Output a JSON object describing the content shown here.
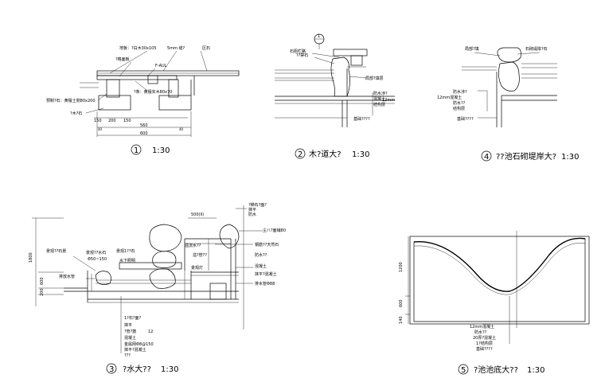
{
  "detail1": {
    "number": "1",
    "scale": "1:30",
    "labels": {
      "deck_board": "地板：?白木30x105",
      "gap": "5mm 缝?",
      "stone_right": "区石",
      "joist_label": "?格面板",
      "crossbeam": "F-AUL",
      "beam_note": "?条：黄檀实木80x70",
      "left_stone": "预制?石：黄檀土侧80x200",
      "wood_stone": "?木?石"
    },
    "dims": {
      "d150a": "150",
      "d200": "200",
      "d150b": "150",
      "d40a": "40",
      "d560": "560",
      "d40b": "40",
      "d600": "600"
    }
  },
  "detail2": {
    "number": "2",
    "title": "木?道大?",
    "scale": "1:30",
    "labels": {
      "marker": "1",
      "top_left": "石阻栏路",
      "left_mid": "??禁石",
      "right_mid": "局部?填层",
      "water_top": "防水涉?",
      "water_b": "混凝土",
      "water_c": "结构层",
      "water_d": "12mm",
      "bottom": "基础????"
    }
  },
  "detail4": {
    "number": "4",
    "title": "??池石砌堤岸大?",
    "scale": "1:30",
    "labels": {
      "top_left": "局部?填",
      "top_right": "石砌堤岸?石",
      "mid1": "防水涉?",
      "mid2": "12mm混凝土",
      "mid3": "防水??",
      "mid4": "结构层",
      "bottom": "基础????"
    }
  },
  "detail3": {
    "number": "3",
    "title": "?水大??",
    "scale": "1:30",
    "labels": {
      "dim_top": "500(ll)",
      "top1": "?梯石?面?",
      "top2": "抹平",
      "top3": "防水",
      "r1": "尘八?面铺80",
      "r2": "钢筋??天然石",
      "r3": "防水??",
      "r4": "混凝土",
      "r5": "抹平?混凝土",
      "r6": "排水管Φ88",
      "l1": "景观??石景",
      "l2": "景观??水石",
      "l2b": "Φ50~150",
      "l3": "景观1??石",
      "l4": "水下照明",
      "l5": "溢流水??",
      "l6": "溢?管??",
      "l7": "景观灯",
      "l8": "排放水管",
      "b1": "1?石?面?",
      "b2": "抹平",
      "b3": "?管?筋",
      "b3b": "12",
      "b4": "混凝土",
      "b5": "金属网Φ8@150",
      "b6": "抹平?混凝土",
      "b7": "???",
      "v1": "1800",
      "v2": "600",
      "v3": "200"
    }
  },
  "detail5": {
    "number": "5",
    "title": "?池池底大??",
    "scale": "1:30",
    "labels": {
      "v1": "1200",
      "v2": "600",
      "v3": "140",
      "b1": "12mm混凝土",
      "b2": "防水??",
      "b3": "20厚?混凝土",
      "b4": "1?结构层",
      "b5": "基础????"
    }
  }
}
